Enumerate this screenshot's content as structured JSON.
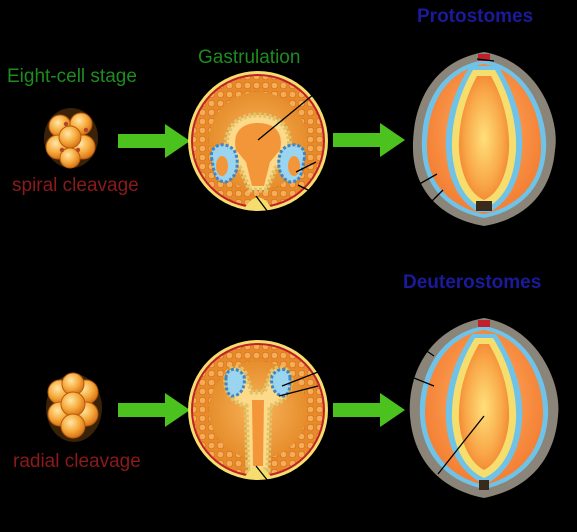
{
  "labels": {
    "eight_cell_stage": "Eight-cell stage",
    "gastrulation": "Gastrulation",
    "spiral_cleavage": "spiral cleavage",
    "radial_cleavage": "radial cleavage",
    "protostomes": "Protostomes",
    "deuterostomes": "Deuterostomes"
  },
  "colors": {
    "background": "#000000",
    "stage_label_green": "#1e8c1e",
    "cleavage_label_red": "#8b1a1a",
    "group_label_blue": "#1a1a9a",
    "arrow_green": "#4cc21e",
    "embryo_orange": "#f39a2e",
    "embryo_core": "#ffd27a",
    "ectoderm_grey": "#8a8479",
    "mesoderm_blue": "#6fc3e8",
    "endoderm_yellow": "#f6de6e",
    "blastopore_red": "#c0202a"
  },
  "icons": [
    "arrow-right-icon"
  ]
}
